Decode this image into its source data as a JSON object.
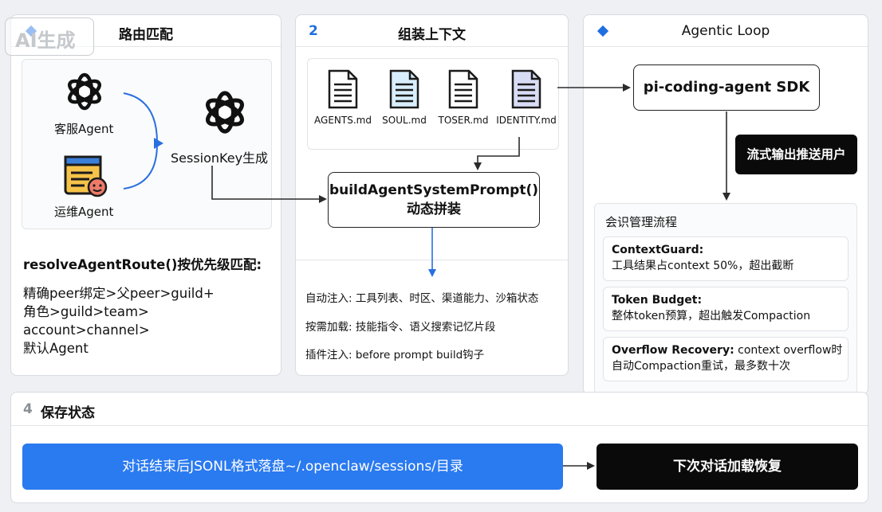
{
  "watermark": "AI生成",
  "panel1": {
    "title": "路由匹配",
    "agent1_label": "客服Agent",
    "agent2_label": "运维Agent",
    "session_key_label": "SessionKey生成",
    "resolve_title": "resolveAgentRoute()按优先级匹配:",
    "priority_lines": [
      "精确peer绑定>父peer>guild+",
      "角色>guild>team>",
      "account>channel>",
      "默认Agent"
    ]
  },
  "panel2": {
    "step": "2",
    "title": "组装上下文",
    "docs": [
      "AGENTS.md",
      "SOUL.md",
      "TOSER.md",
      "IDENTITY.md"
    ],
    "build_prompt_line1": "buildAgentSystemPrompt()",
    "build_prompt_line2": "动态拼装",
    "inject_lines": [
      "自动注入:  工具列表、时区、渠道能力、沙箱状态",
      "按需加载:  技能指令、语义搜索记忆片段",
      "插件注入:  before prompt build钩子"
    ]
  },
  "panel3": {
    "title": "Agentic Loop",
    "sdk_label": "pi-coding-agent SDK",
    "stream_label": "流式输出推送用户",
    "session_title": "会识管理流程",
    "cards": [
      {
        "title": "ContextGuard:",
        "desc": "工具结果占context 50%，超出截断"
      },
      {
        "title": "Token Budget:",
        "desc": "整体token预算，超出触发Compaction"
      },
      {
        "title": "Overflow Recovery:",
        "title_suffix": " context overflow时",
        "desc": "自动Compaction重试，最多数十次"
      }
    ]
  },
  "panel4": {
    "step": "4",
    "title": "保存状态",
    "save_label": "对话结束后JSONL格式落盘~/.openclaw/sessions/目录",
    "resume_label": "下次对话加载恢复"
  },
  "colors": {
    "accent": "#1f6fe0",
    "blue_button": "#2a7af0",
    "dark": "#0a0a0a"
  }
}
